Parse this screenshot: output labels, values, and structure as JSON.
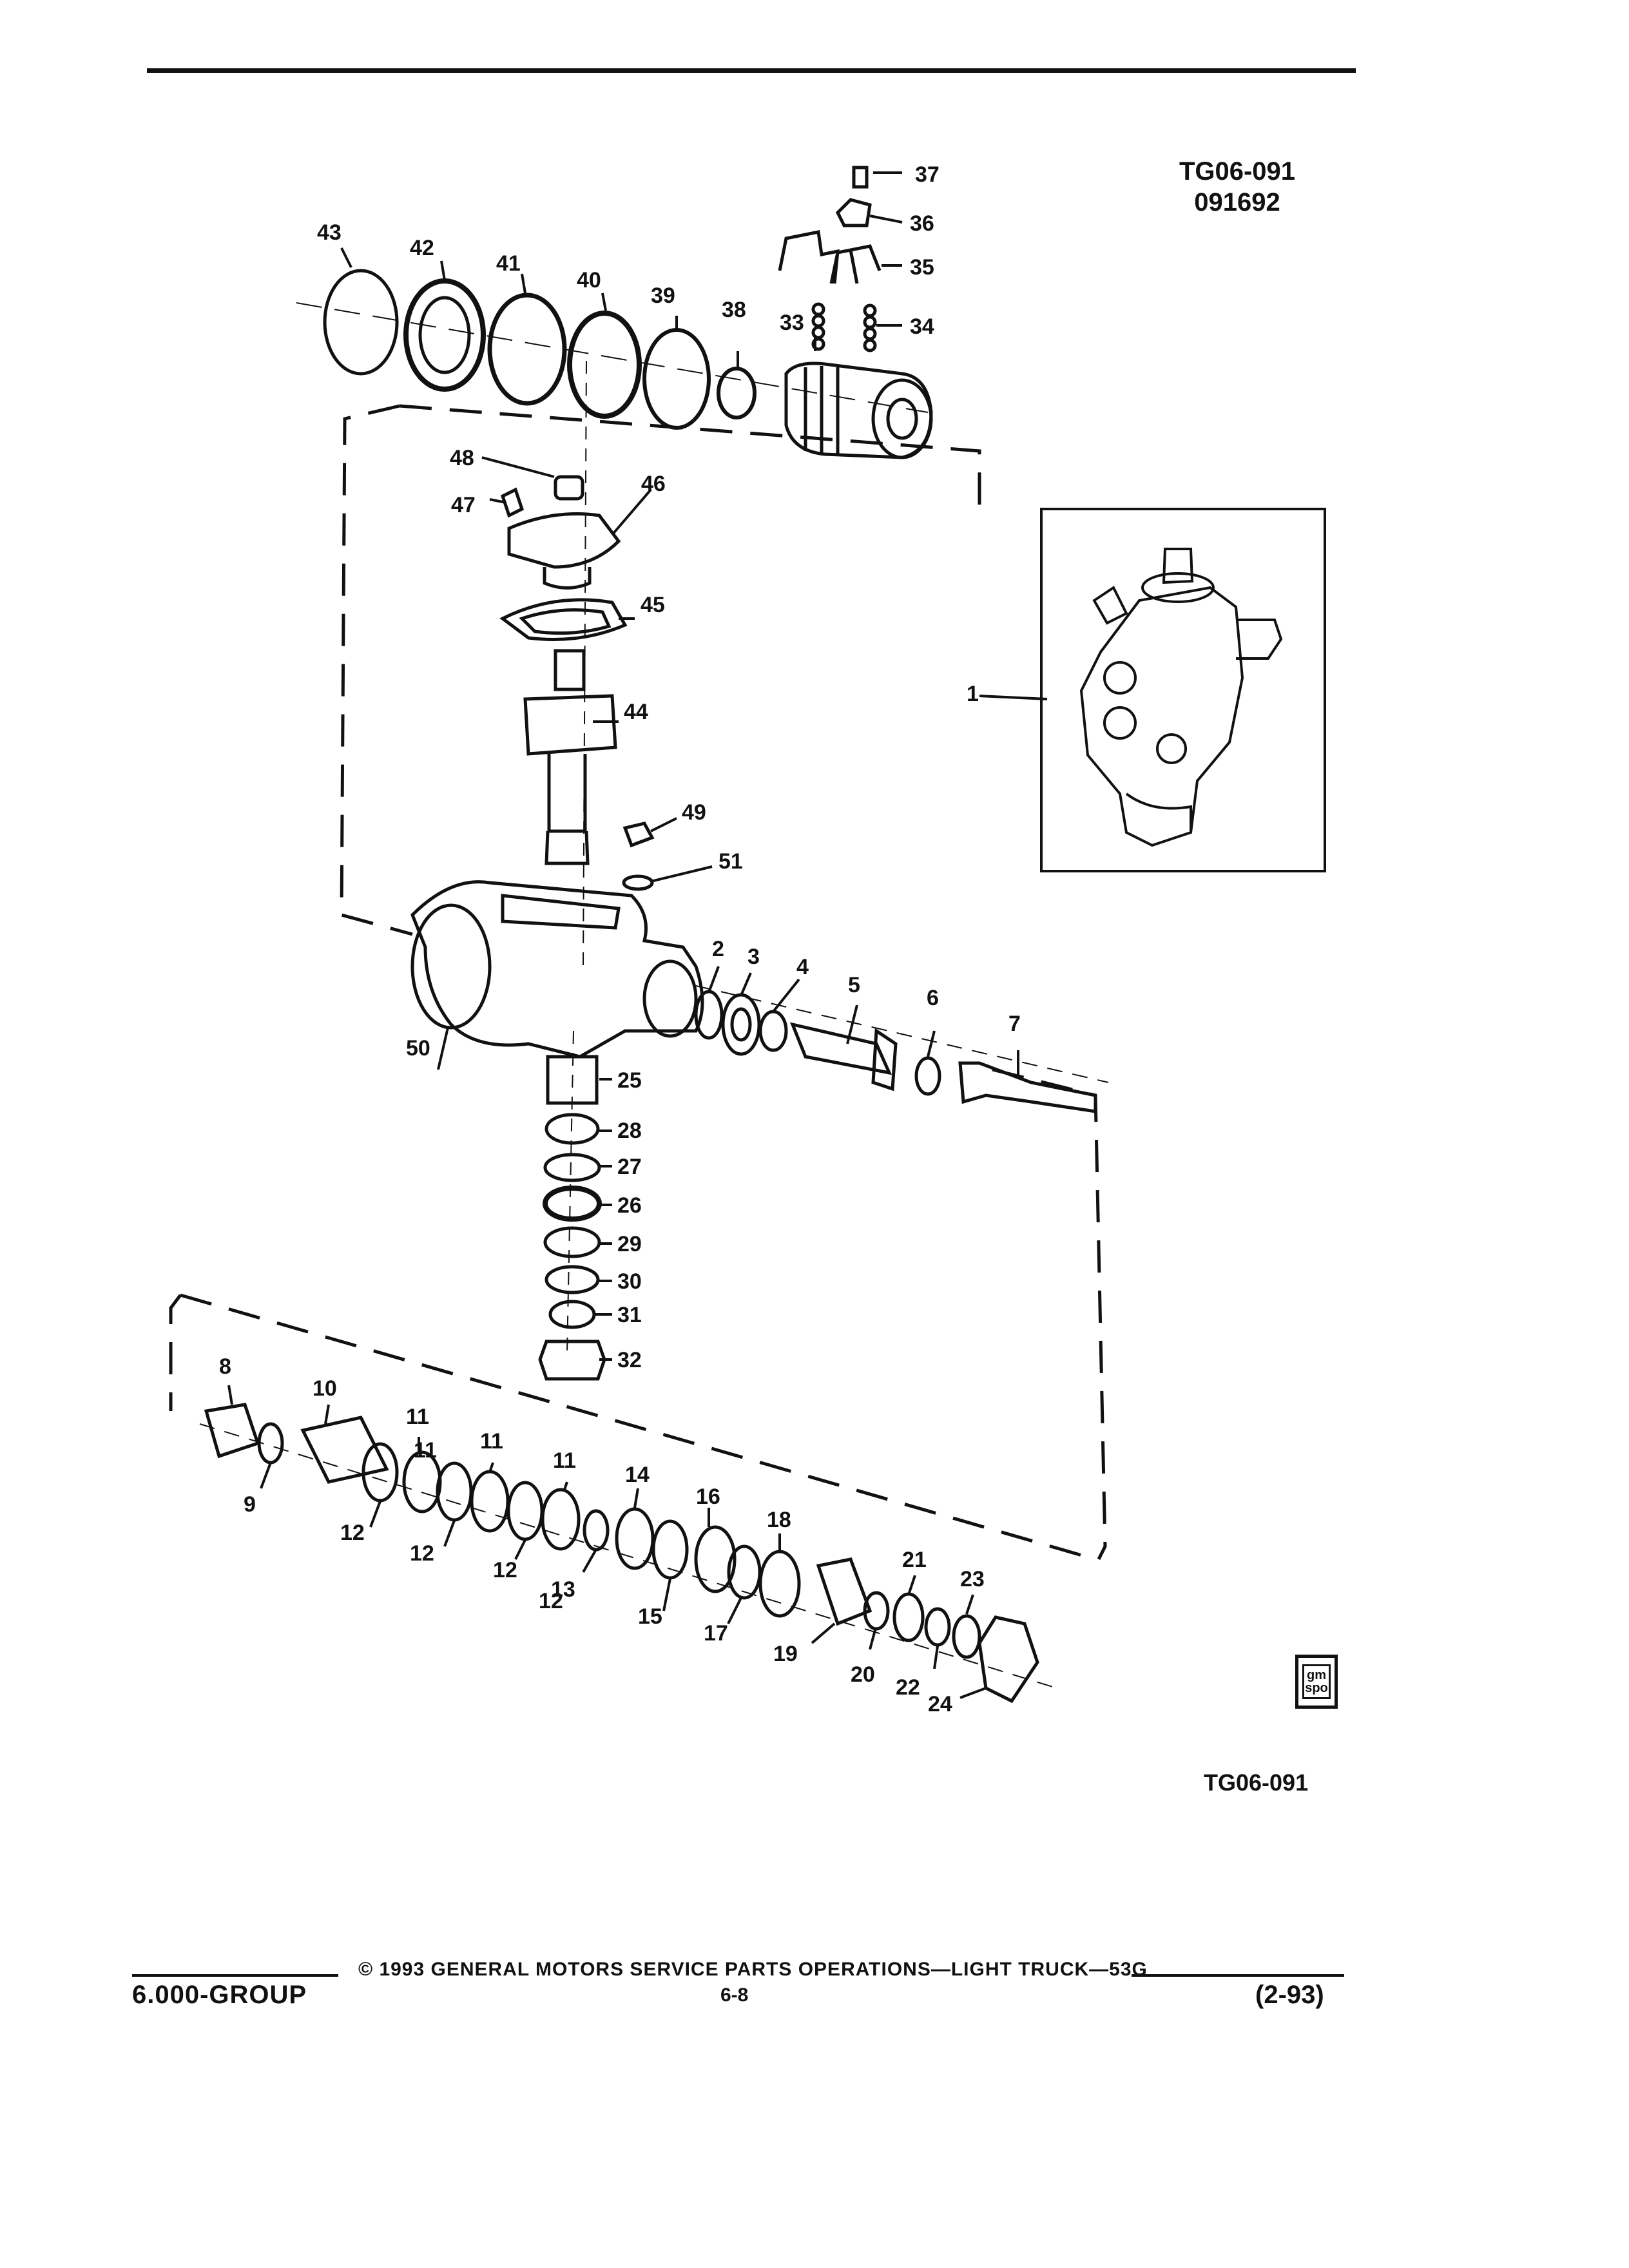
{
  "header": {
    "figure_code": "TG06-091",
    "figure_date": "091692"
  },
  "diagram": {
    "callouts": [
      {
        "label": "1"
      },
      {
        "label": "2"
      },
      {
        "label": "3"
      },
      {
        "label": "4"
      },
      {
        "label": "5"
      },
      {
        "label": "6"
      },
      {
        "label": "7"
      },
      {
        "label": "8"
      },
      {
        "label": "9"
      },
      {
        "label": "10"
      },
      {
        "label": "11"
      },
      {
        "label": "11"
      },
      {
        "label": "11"
      },
      {
        "label": "11"
      },
      {
        "label": "12"
      },
      {
        "label": "12"
      },
      {
        "label": "12"
      },
      {
        "label": "12"
      },
      {
        "label": "13"
      },
      {
        "label": "14"
      },
      {
        "label": "15"
      },
      {
        "label": "16"
      },
      {
        "label": "17"
      },
      {
        "label": "18"
      },
      {
        "label": "19"
      },
      {
        "label": "20"
      },
      {
        "label": "21"
      },
      {
        "label": "22"
      },
      {
        "label": "23"
      },
      {
        "label": "24"
      },
      {
        "label": "25"
      },
      {
        "label": "26"
      },
      {
        "label": "27"
      },
      {
        "label": "28"
      },
      {
        "label": "29"
      },
      {
        "label": "30"
      },
      {
        "label": "31"
      },
      {
        "label": "32"
      },
      {
        "label": "33"
      },
      {
        "label": "34"
      },
      {
        "label": "35"
      },
      {
        "label": "36"
      },
      {
        "label": "37"
      },
      {
        "label": "38"
      },
      {
        "label": "39"
      },
      {
        "label": "40"
      },
      {
        "label": "41"
      },
      {
        "label": "42"
      },
      {
        "label": "43"
      },
      {
        "label": "44"
      },
      {
        "label": "45"
      },
      {
        "label": "46"
      },
      {
        "label": "47"
      },
      {
        "label": "48"
      },
      {
        "label": "49"
      },
      {
        "label": "50"
      },
      {
        "label": "51"
      }
    ]
  },
  "badge": {
    "line1": "gm",
    "line2": "spo"
  },
  "figure_code_bottom": "TG06-091",
  "footer": {
    "group": "6.000-GROUP",
    "copyright": "© 1993 GENERAL MOTORS SERVICE PARTS OPERATIONS—LIGHT TRUCK—53G",
    "page": "6-8",
    "revision": "(2-93)"
  }
}
